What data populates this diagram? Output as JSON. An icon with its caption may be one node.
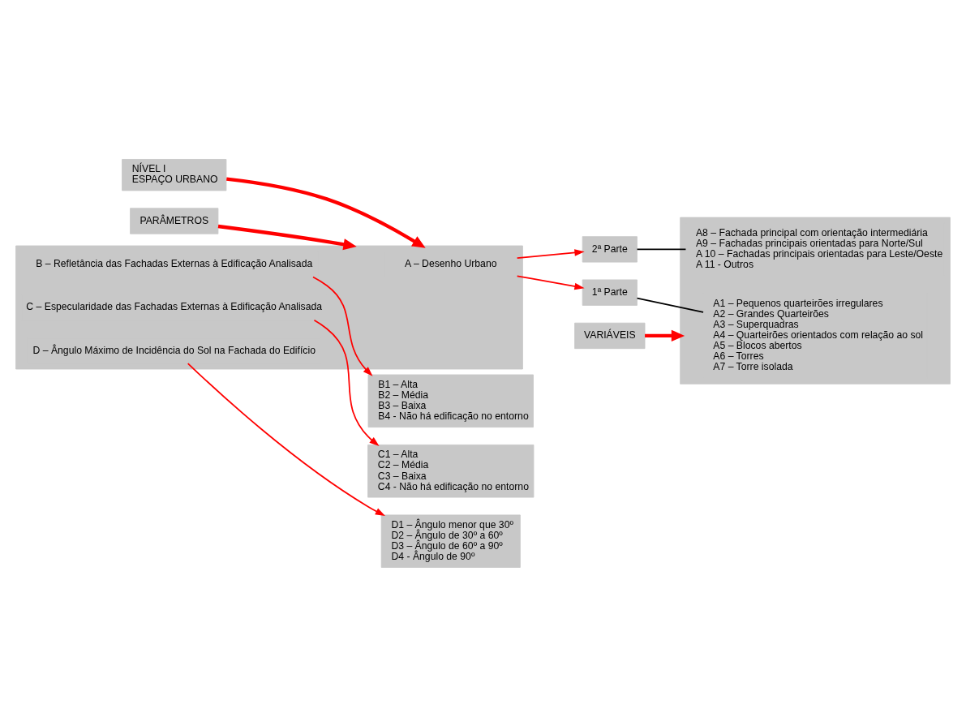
{
  "diagram": {
    "nodes": [
      {
        "text": [
          "NÍVEL I",
          "ESPAÇO URBANO"
        ]
      },
      {
        "text": [
          "PARÂMETROS"
        ]
      },
      {
        "text": [
          "VARIÁVEIS"
        ]
      },
      {
        "text": [],
        "shape": "box"
      },
      {
        "text": [
          "A – Desenho Urbano"
        ],
        "in": 3
      },
      {
        "text": [
          "B – Refletância das Fachadas Externas à Edificação Analisada"
        ],
        "in": 3
      },
      {
        "text": [
          "C – Especularidade das Fachadas Externas à Edificação Analisada"
        ],
        "in": 3
      },
      {
        "text": [
          "D – Ângulo Máximo de Incidência do Sol na Fachada do Edifício"
        ],
        "in": 3
      },
      {
        "text": [
          "1ª Parte"
        ]
      },
      {
        "text": [
          "2ª Parte"
        ]
      },
      {
        "text": [],
        "shape": "box"
      },
      {
        "text": [
          "A1 – Pequenos quarteirões irregulares",
          "A2 – Grandes Quarteirões",
          "A3 – Superquadras",
          "A4 – Quarteirões orientados com relação ao sol",
          "A5 – Blocos abertos",
          "A6 – Torres",
          "A7 – Torre isolada"
        ],
        "in": 10
      },
      {
        "text": [
          "A8 – Fachada principal com orientação intermediária",
          "A9 – Fachadas principais orientadas para Norte/Sul",
          "A 10 – Fachadas principais orientadas para Leste/Oeste",
          "A 11 - Outros"
        ],
        "in": 10
      },
      {
        "text": [
          "B1 – Alta",
          "B2 – Média",
          "B3 – Baixa",
          "B4 - Não há edificação no entorno"
        ]
      },
      {
        "text": [
          "C1 – Alta",
          "C2 – Média",
          "C3 – Baixa",
          "C4 - Não há edificação no entorno"
        ]
      },
      {
        "text": [
          "D1 – Ângulo menor que 30º",
          "D2 – Ângulo de 30º a 60º",
          "D3 – Ângulo de 60º a 90º",
          "D4 - Ângulo de 90º"
        ]
      }
    ],
    "edges": [
      {
        "from": 0,
        "to": 3,
        "arrow": "to",
        "style": "thick"
      },
      {
        "from": 1,
        "to": 3,
        "arrow": "to",
        "style": "thick"
      },
      {
        "from": 2,
        "to": 10,
        "arrow": "to",
        "style": "thick"
      },
      {
        "from": 4,
        "to": 8,
        "arrow": "to"
      },
      {
        "from": 4,
        "to": 9,
        "arrow": "to"
      },
      {
        "from": 8,
        "to": 11,
        "arrow": "none",
        "color": "#000000"
      },
      {
        "from": 9,
        "to": 12,
        "arrow": "none",
        "color": "#000000"
      },
      {
        "from": 5,
        "to": 13,
        "arrow": "to"
      },
      {
        "from": 6,
        "to": 14,
        "arrow": "to"
      },
      {
        "from": 7,
        "to": 15,
        "arrow": "to"
      }
    ]
  }
}
